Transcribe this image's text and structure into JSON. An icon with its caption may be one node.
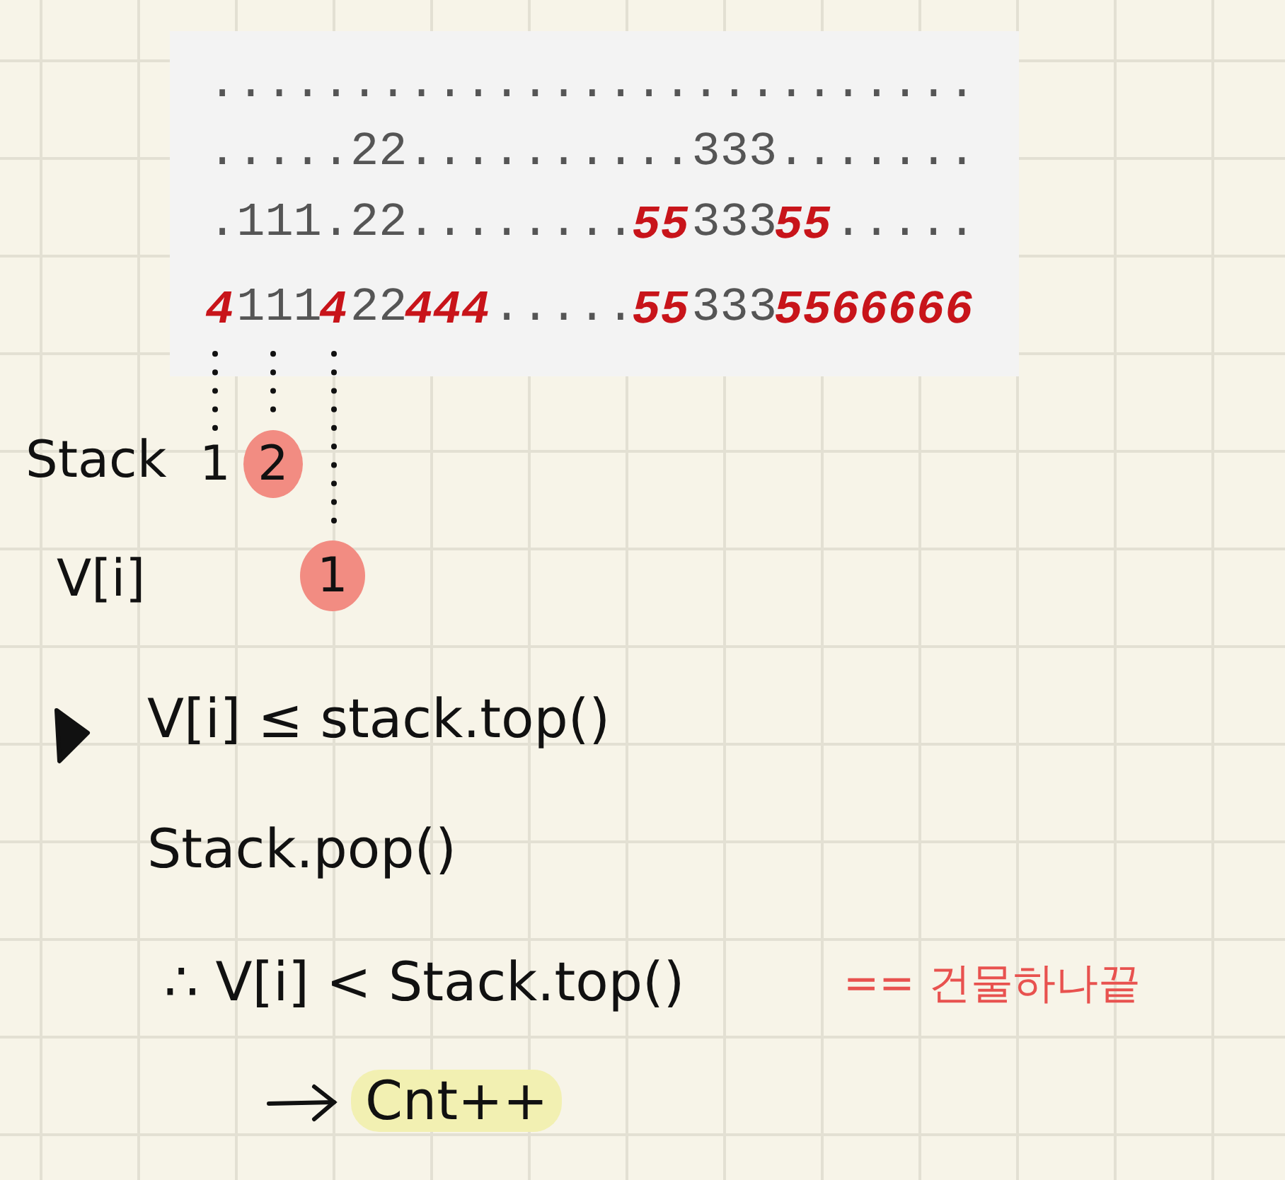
{
  "diagram": {
    "nodes": [
      {
        "text": [
          "1"
        ]
      },
      {
        "text": [
          "2"
        ]
      },
      {
        "text": [
          "1"
        ]
      }
    ],
    "edges": [
      {
        "from": null,
        "to": 0,
        "arrow": "none",
        "style": "dashed"
      },
      {
        "from": null,
        "to": 1,
        "arrow": "none",
        "style": "dashed"
      },
      {
        "from": null,
        "to": 2,
        "arrow": "none",
        "style": "dashed"
      }
    ],
    "labels": [
      "...........................",
      ".....22..........333.......",
      ".111.22........",
      "55",
      "333",
      "55",
      ".....",
      "4",
      "111",
      "4",
      "22",
      "444",
      ".....",
      "55",
      "333",
      "55",
      "66666",
      "Stack",
      "V[i]",
      "V[i] ≤ stack.top()",
      "Stack.pop()",
      "∴ V[i] < Stack.top()",
      "== 건물하나끝",
      "Cnt++"
    ]
  }
}
